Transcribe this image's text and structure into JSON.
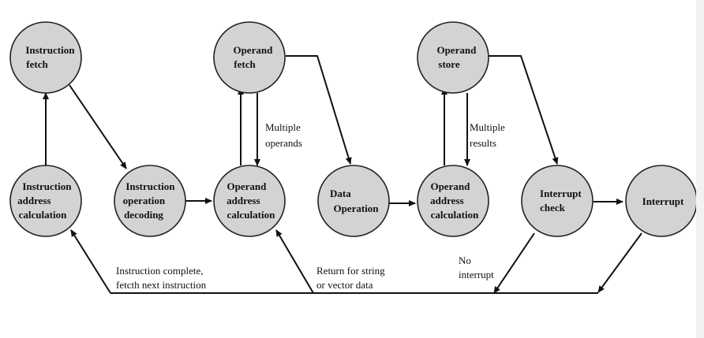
{
  "diagram": {
    "nodes": {
      "instruction_fetch": [
        "Instruction",
        "fetch"
      ],
      "instruction_address_calculation": [
        "Instruction",
        "address",
        "calculation"
      ],
      "instruction_operation_decoding": [
        "Instruction",
        "operation",
        "decoding"
      ],
      "operand_fetch": [
        "Operand",
        "fetch"
      ],
      "operand_address_calculation_1": [
        "Operand",
        "address",
        "calculation"
      ],
      "data_operation": [
        "Data",
        "Operation"
      ],
      "operand_address_calculation_2": [
        "Operand",
        "address",
        "calculation"
      ],
      "operand_store": [
        "Operand",
        "store"
      ],
      "interrupt_check": [
        "Interrupt",
        "check"
      ],
      "interrupt": [
        "Interrupt"
      ]
    },
    "notes": {
      "multiple_operands": [
        "Multiple",
        "operands"
      ],
      "multiple_results": [
        "Multiple",
        "results"
      ],
      "instruction_complete": [
        "Instruction complete,",
        "fetcth next instruction"
      ],
      "return_for_string": [
        "Return for string",
        "or vector data"
      ],
      "no_interrupt": [
        "No",
        "interrupt"
      ]
    },
    "colors": {
      "node_fill": "#d3d3d3",
      "stroke": "#111111",
      "background": "#ffffff"
    }
  }
}
